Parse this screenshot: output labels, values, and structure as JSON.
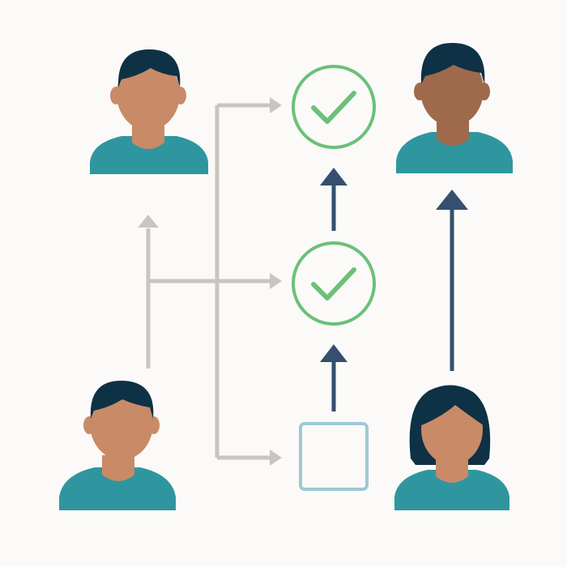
{
  "colors": {
    "background": "#fbfaf8",
    "connector_gray": "#c9c6c0",
    "arrow_navy": "#34506e",
    "check_green": "#6cc07a",
    "pending_box": "#9fc8d6",
    "shirt_teal": "#2f969f",
    "hair_dark": "#0f3145",
    "skin_light": "#c98a67",
    "skin_dark": "#9f6a4c"
  },
  "people": [
    {
      "role": "top-left-user",
      "skin": "skin_light",
      "hair": "short"
    },
    {
      "role": "top-right-user",
      "skin": "skin_dark",
      "hair": "short"
    },
    {
      "role": "bottom-left-user",
      "skin": "skin_light",
      "hair": "short"
    },
    {
      "role": "bottom-right-user",
      "skin": "skin_light",
      "hair": "bob"
    }
  ],
  "status_nodes": [
    {
      "state": "approved",
      "icon": "check-circle-icon"
    },
    {
      "state": "approved",
      "icon": "check-circle-icon"
    },
    {
      "state": "pending",
      "icon": "empty-square-icon"
    }
  ]
}
